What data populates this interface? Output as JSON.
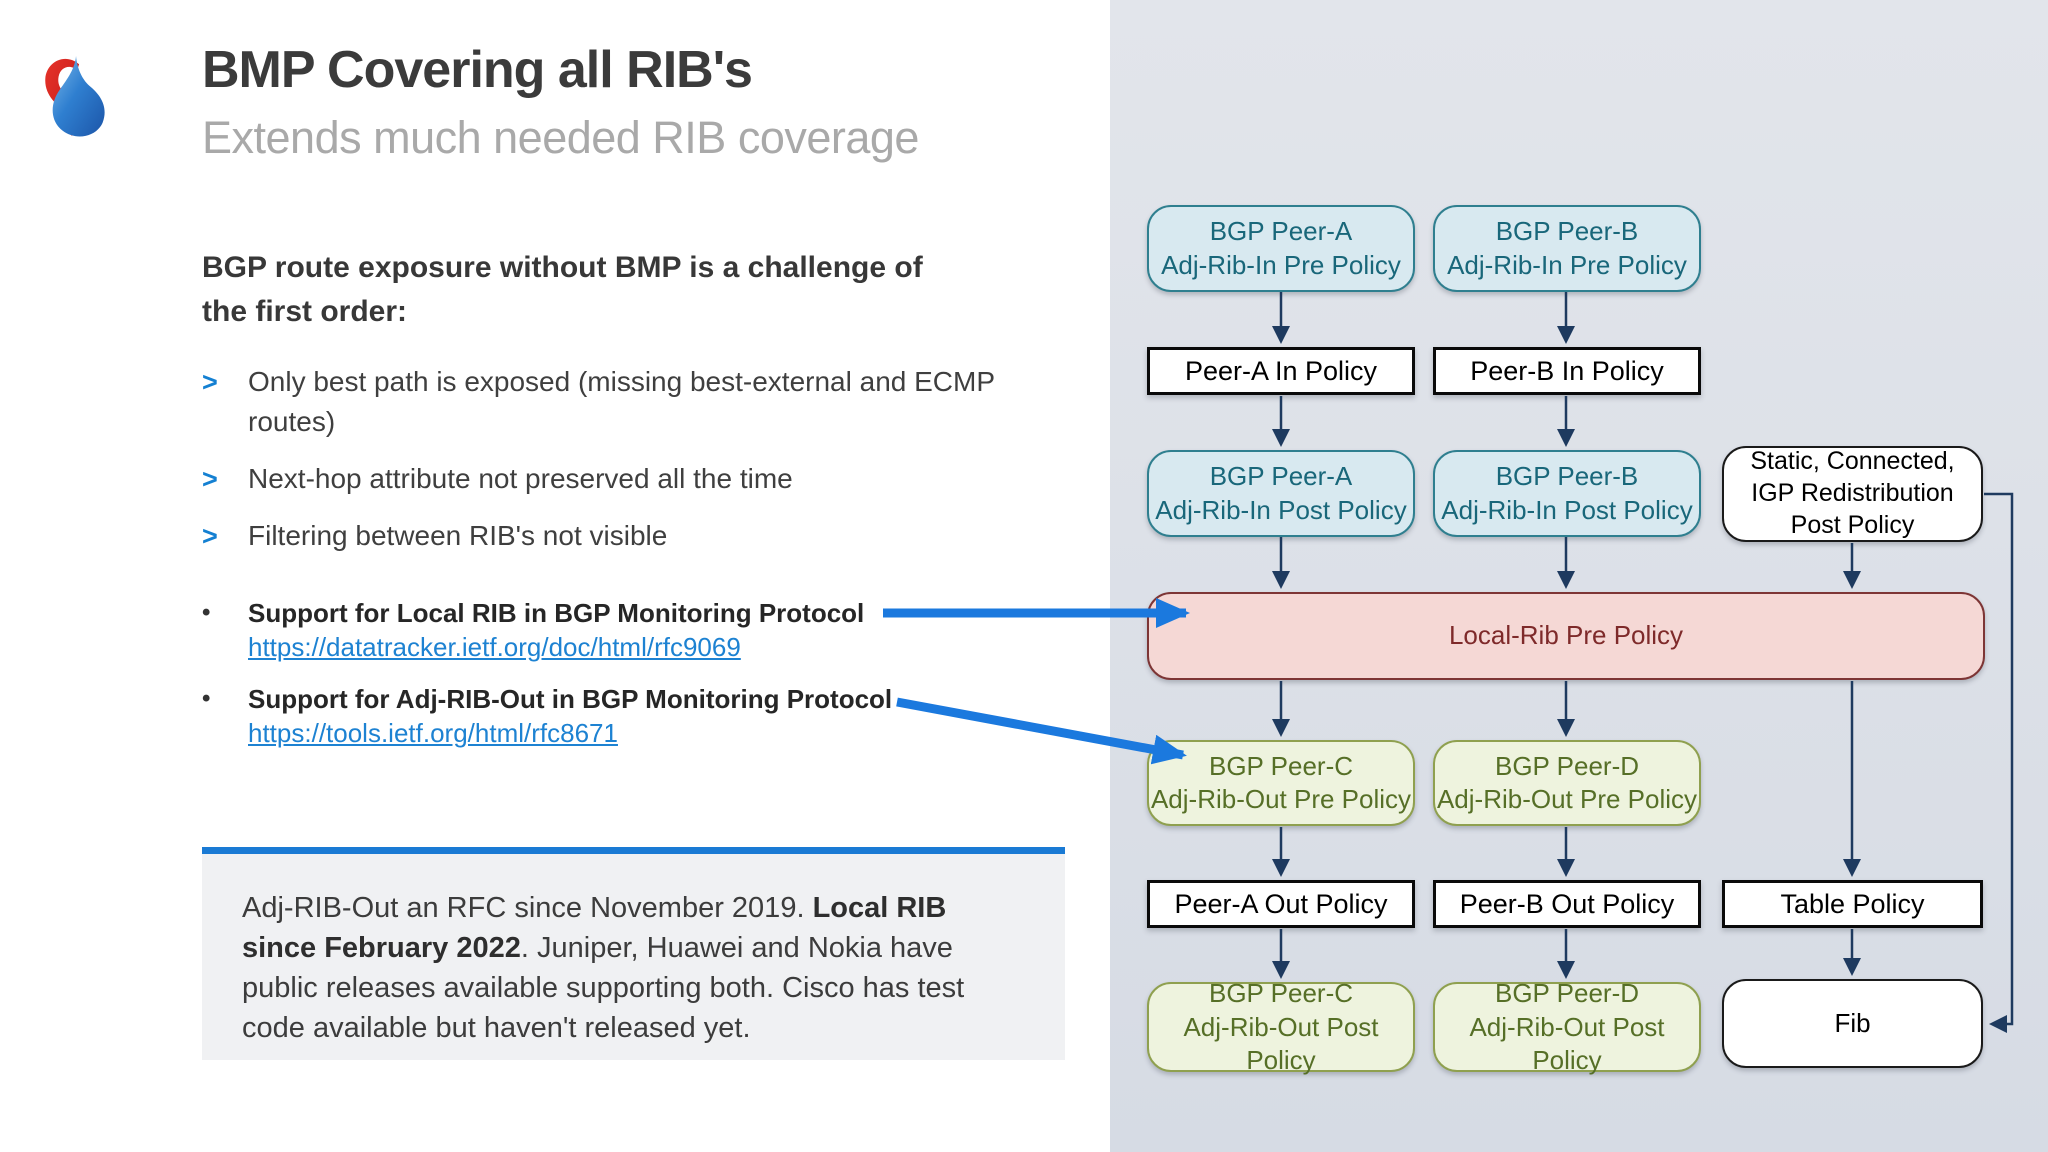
{
  "slide": {
    "title": "BMP Covering all RIB's",
    "subtitle": "Extends much needed RIB coverage",
    "heading": "BGP route exposure without BMP is a challenge of\nthe first order:",
    "bullet_marker": ">",
    "ref_marker": "•",
    "bullets": [
      "Only best path is exposed (missing best-external and ECMP\nroutes)",
      "Next-hop attribute not preserved all the time",
      "Filtering between RIB's not visible"
    ],
    "references": [
      {
        "title": "Support for Local RIB in BGP Monitoring Protocol",
        "link": "https://datatracker.ietf.org/doc/html/rfc9069"
      },
      {
        "title": "Support for Adj-RIB-Out in BGP Monitoring Protocol",
        "link": "https://tools.ietf.org/html/rfc8671"
      }
    ],
    "note": {
      "seg1": "Adj-RIB-Out an RFC since November 2019. ",
      "seg2_bold": "Local RIB since February 2022",
      "seg3": ". Juniper, Huawei and Nokia have public releases available supporting both. Cisco has test code available but haven't released yet."
    },
    "accent_color": "#1a7ad4",
    "annotation_arrow_color": "#1b79de"
  },
  "logo": {
    "name": "swisscom-logo"
  },
  "diagram": {
    "connector_color": "#1e3a5f",
    "nodes": [
      {
        "id": "peer-a-adj-rib-in-pre",
        "label": "BGP Peer-A\nAdj-Rib-In Pre Policy",
        "style": "teal"
      },
      {
        "id": "peer-b-adj-rib-in-pre",
        "label": "BGP Peer-B\nAdj-Rib-In Pre Policy",
        "style": "teal"
      },
      {
        "id": "peer-a-in-policy",
        "label": "Peer-A In Policy",
        "style": "whiterect"
      },
      {
        "id": "peer-b-in-policy",
        "label": "Peer-B In Policy",
        "style": "whiterect"
      },
      {
        "id": "peer-a-adj-rib-in-post",
        "label": "BGP Peer-A\nAdj-Rib-In Post Policy",
        "style": "teal"
      },
      {
        "id": "peer-b-adj-rib-in-post",
        "label": "BGP Peer-B\nAdj-Rib-In Post Policy",
        "style": "teal"
      },
      {
        "id": "static-connected",
        "label": "Static, Connected,\nIGP Redistribution\nPost Policy",
        "style": "whiteround"
      },
      {
        "id": "local-rib-pre",
        "label": "Local-Rib Pre Policy",
        "style": "pink"
      },
      {
        "id": "peer-c-adj-rib-out-pre",
        "label": "BGP Peer-C\nAdj-Rib-Out Pre Policy",
        "style": "green"
      },
      {
        "id": "peer-d-adj-rib-out-pre",
        "label": "BGP Peer-D\nAdj-Rib-Out Pre Policy",
        "style": "green"
      },
      {
        "id": "peer-a-out-policy",
        "label": "Peer-A Out Policy",
        "style": "whiterect"
      },
      {
        "id": "peer-b-out-policy",
        "label": "Peer-B Out Policy",
        "style": "whiterect"
      },
      {
        "id": "table-policy",
        "label": "Table Policy",
        "style": "whiterect"
      },
      {
        "id": "peer-c-adj-rib-out-post",
        "label": "BGP Peer-C\nAdj-Rib-Out Post Policy",
        "style": "green"
      },
      {
        "id": "peer-d-adj-rib-out-post",
        "label": "BGP Peer-D\nAdj-Rib-Out Post Policy",
        "style": "green"
      },
      {
        "id": "fib",
        "label": "Fib",
        "style": "whiteround"
      }
    ]
  }
}
